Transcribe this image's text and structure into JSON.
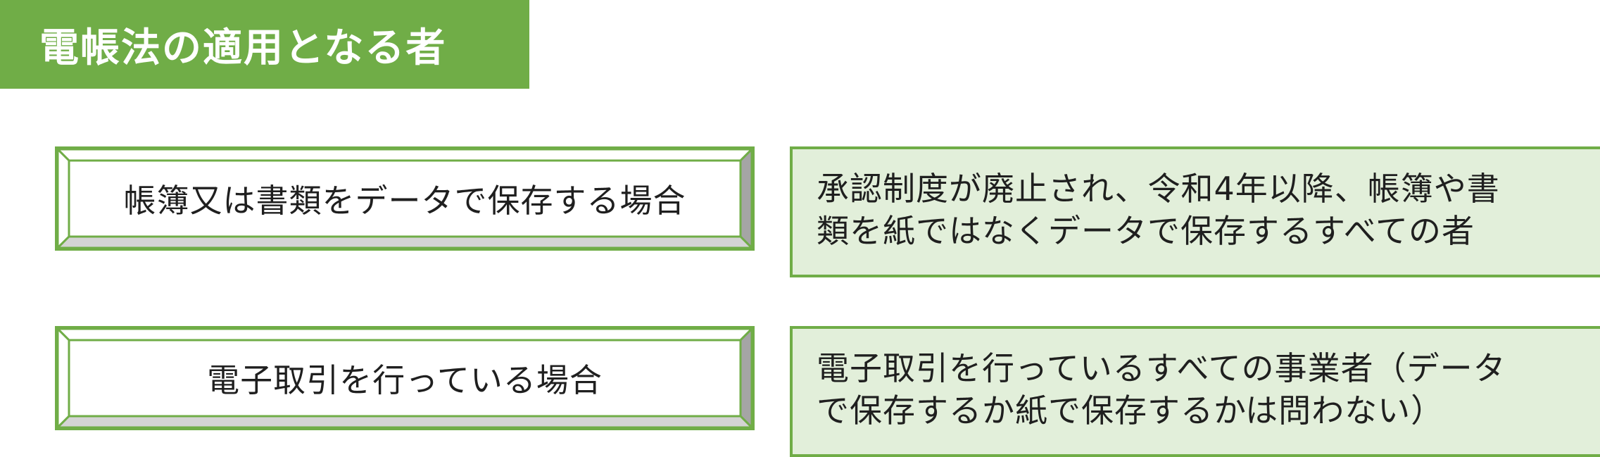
{
  "title": "電帳法の適用となる者",
  "rows": [
    {
      "condition": "帳簿又は書類をデータで保存する場合",
      "description_lines": [
        "承認制度が廃止され、令和4年以降、帳簿や書",
        "類を紙ではなくデータで保存するすべての者"
      ]
    },
    {
      "condition": "電子取引を行っている場合",
      "description_lines": [
        "電子取引を行っているすべての事業者（データ",
        "で保存するか紙で保存するかは問わない）"
      ]
    }
  ],
  "colors": {
    "accent": "#70ad47",
    "description_fill": "#e2efda",
    "bevel_dark": "#a5a5a5",
    "bevel_light": "#d4d4d4"
  }
}
